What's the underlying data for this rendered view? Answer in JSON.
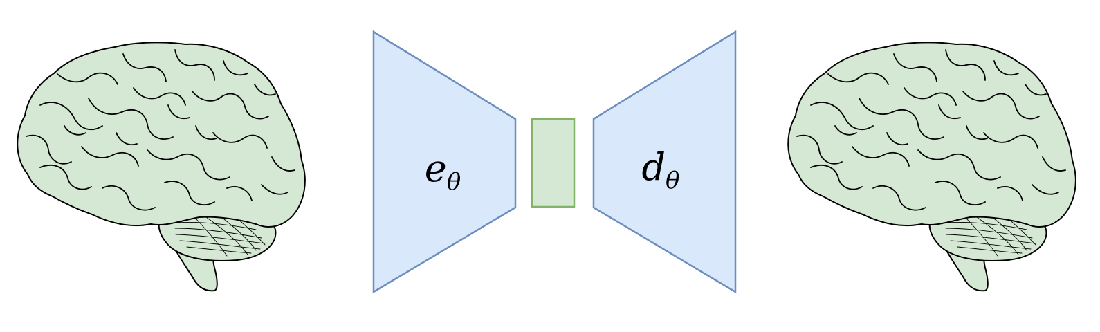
{
  "encoder": {
    "symbol": "e",
    "subscript": "θ"
  },
  "decoder": {
    "symbol": "d",
    "subscript": "θ"
  },
  "colors": {
    "block_fill": "#dae8fc",
    "block_stroke": "#6c8ebf",
    "latent_fill": "#d5e8d4",
    "latent_stroke": "#82b366",
    "brain_fill": "#d5e8d4",
    "outline": "#000000"
  },
  "icons": {
    "input": "brain-icon",
    "output": "brain-icon"
  }
}
